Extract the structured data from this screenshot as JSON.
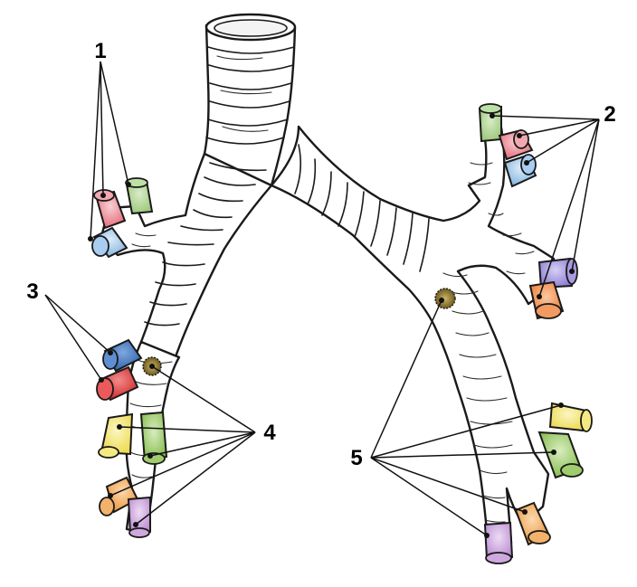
{
  "labels": [
    {
      "id": "1",
      "text": "1"
    },
    {
      "id": "2",
      "text": "2"
    },
    {
      "id": "3",
      "text": "3"
    },
    {
      "id": "4",
      "text": "4"
    },
    {
      "id": "5",
      "text": "5"
    }
  ],
  "colors": {
    "apical_green": "#a8cf8a",
    "posterior_red": "#e9707a",
    "anterior_blue": "#88b8e0",
    "lingula_blue": "#4a80c4",
    "lingula_red": "#dc3a3a",
    "superior_olive": "#8a7a2a",
    "yellow": "#f0e468",
    "green": "#8fc05a",
    "orange": "#f0a050",
    "purple": "#c49ad6",
    "lateral_purple": "#9c8ad8",
    "medial_orange": "#f08a48"
  }
}
